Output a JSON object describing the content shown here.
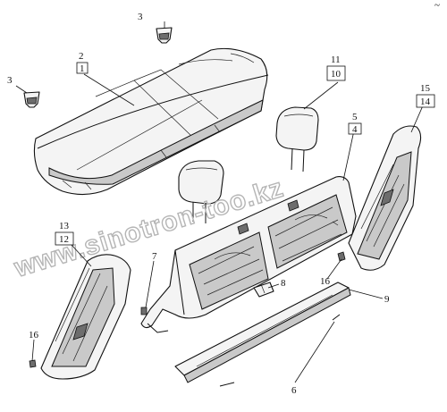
{
  "watermark": "www.sinotron-too.kz",
  "corner_mark": "~",
  "callouts": {
    "c1": "1",
    "c2": "2",
    "c3a": "3",
    "c3b": "3",
    "c4": "4",
    "c5": "5",
    "c6": "6",
    "c7": "7",
    "c8": "8",
    "c9": "9",
    "c10": "10",
    "c11": "11",
    "c12": "12",
    "c13": "13",
    "c14": "14",
    "c15": "15",
    "c16a": "16",
    "c16b": "16"
  }
}
